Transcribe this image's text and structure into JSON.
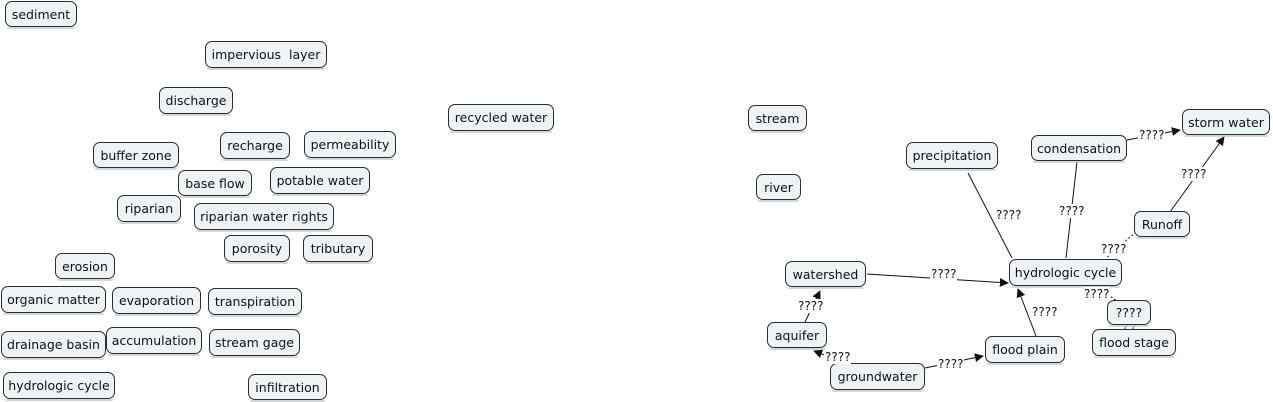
{
  "concepts": {
    "sediment": "sediment",
    "impervious_layer": "impervious  layer",
    "discharge": "discharge",
    "recycled_water": "recycled water",
    "stream": "stream",
    "buffer_zone": "buffer zone",
    "recharge": "recharge",
    "permeability": "permeability",
    "base_flow": "base flow",
    "potable_water": "potable water",
    "river": "river",
    "riparian": "riparian",
    "riparian_water_rights": "riparian water rights",
    "porosity": "porosity",
    "tributary": "tributary",
    "erosion": "erosion",
    "organic_matter": "organic matter",
    "evaporation": "evaporation",
    "transpiration": "transpiration",
    "drainage_basin": "drainage basin",
    "accumulation": "accumulation",
    "stream_gage": "stream gage",
    "hydrologic_cycle_bank": "hydrologic cycle",
    "infiltration": "infiltration",
    "precipitation": "precipitation",
    "condensation": "condensation",
    "storm_water": "storm water",
    "runoff": "Runoff",
    "watershed": "watershed",
    "hydrologic_cycle": "hydrologic cycle",
    "unknown": "????",
    "flood_stage": "flood stage",
    "aquifer": "aquifer",
    "flood_plain": "flood plain",
    "groundwater": "groundwater"
  },
  "linking_phrase": "????"
}
